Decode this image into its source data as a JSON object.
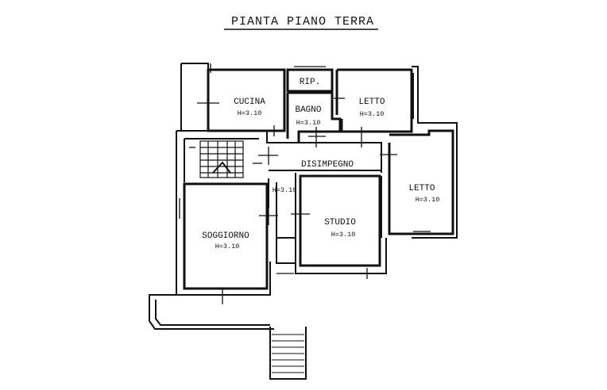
{
  "title": "PIANTA PIANO TERRA",
  "rooms": {
    "cucina": {
      "name": "CUCINA",
      "height": "H=3.10"
    },
    "rip": {
      "name": "RIP."
    },
    "bagno": {
      "name": "BAGNO",
      "height": "H=3.10"
    },
    "letto1": {
      "name": "LETTO",
      "height": "H=3.10"
    },
    "letto2": {
      "name": "LETTO",
      "height": "H=3.10"
    },
    "disimpegno": {
      "name": "DISIMPEGNO"
    },
    "corridor": {
      "height": "H=3.10"
    },
    "studio": {
      "name": "STUDIO",
      "height": "H=3.10"
    },
    "soggiorno": {
      "name": "SOGGIORNO",
      "height": "H=3.10"
    }
  },
  "colors": {
    "ink": "#111111",
    "paper": "#ffffff"
  }
}
